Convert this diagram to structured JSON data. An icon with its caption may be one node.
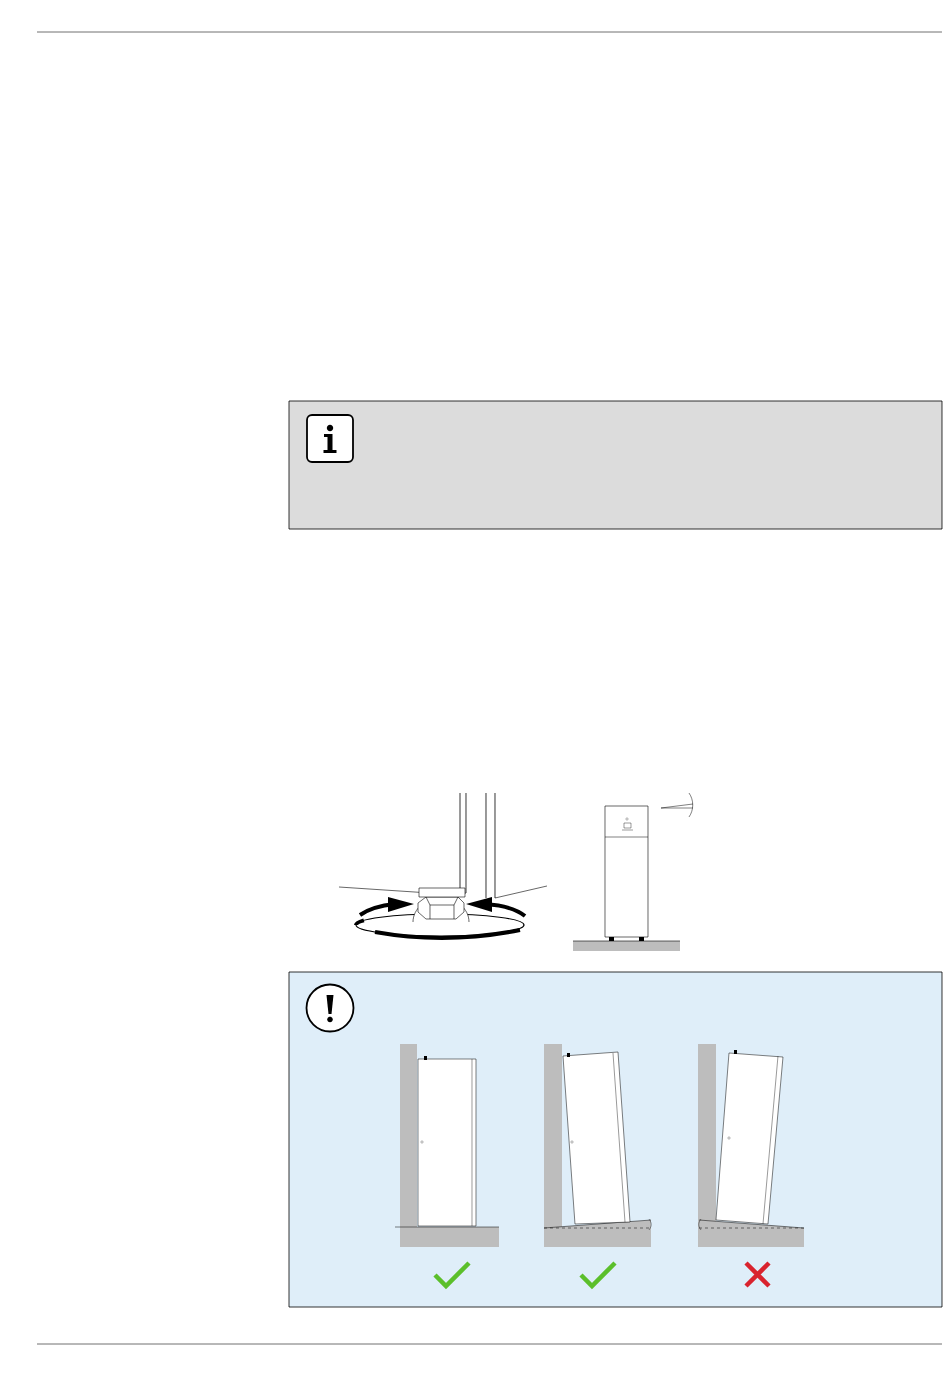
{
  "diagram": {
    "nodes": [
      {
        "text": [],
        "shape": "box"
      },
      {
        "text": [],
        "shape": "picture"
      },
      {
        "text": [],
        "shape": "picture"
      },
      {
        "text": [],
        "shape": "box"
      },
      {
        "text": [],
        "shape": "picture",
        "in": 3
      },
      {
        "text": [],
        "shape": "picture",
        "in": 3
      },
      {
        "text": [],
        "shape": "picture",
        "in": 3
      }
    ]
  }
}
